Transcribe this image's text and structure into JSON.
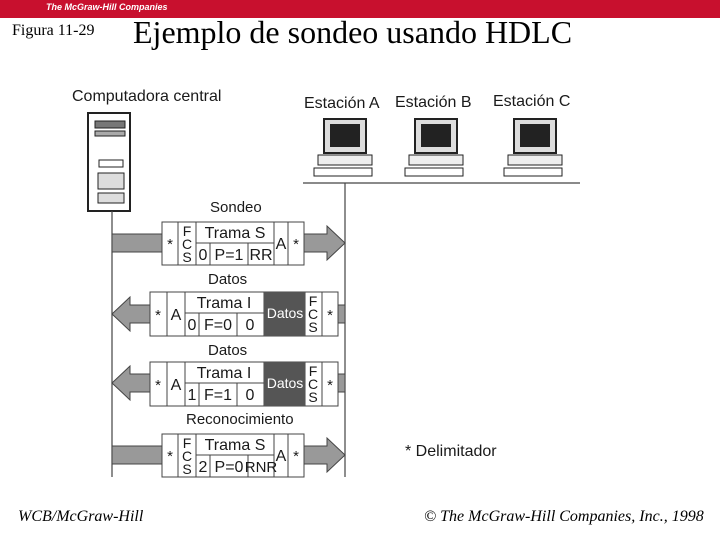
{
  "header": {
    "publisher": "The McGraw-Hill Companies",
    "figure_label": "Figura 11-29",
    "title": "Ejemplo de sondeo usando HDLC"
  },
  "diagram": {
    "host_label": "Computadora central",
    "stations": [
      "Estación A",
      "Estación B",
      "Estación C"
    ],
    "frames": [
      {
        "caption": "Sondeo",
        "title": "Trama S",
        "field_flag": "*",
        "field_addr": "A",
        "field_fcs": "FCS",
        "ctrl_1": "0",
        "ctrl_2": "P=1",
        "ctrl_3": "RR",
        "data": ""
      },
      {
        "caption": "Datos",
        "title": "Trama I",
        "field_flag": "*",
        "field_addr": "A",
        "field_fcs": "FCS",
        "ctrl_1": "0",
        "ctrl_2": "F=0",
        "ctrl_3": "0",
        "data": "Datos"
      },
      {
        "caption": "Datos",
        "title": "Trama I",
        "field_flag": "*",
        "field_addr": "A",
        "field_fcs": "FCS",
        "ctrl_1": "1",
        "ctrl_2": "F=1",
        "ctrl_3": "0",
        "data": "Datos"
      },
      {
        "caption": "Reconocimiento",
        "title": "Trama S",
        "field_flag": "*",
        "field_addr": "A",
        "field_fcs": "FCS",
        "ctrl_1": "2",
        "ctrl_2": "P=0",
        "ctrl_3": "RNR",
        "data": ""
      }
    ],
    "legend": "* Delimitador"
  },
  "footer": {
    "left": "WCB/McGraw-Hill",
    "right": "© The McGraw-Hill Companies, Inc., 1998"
  }
}
